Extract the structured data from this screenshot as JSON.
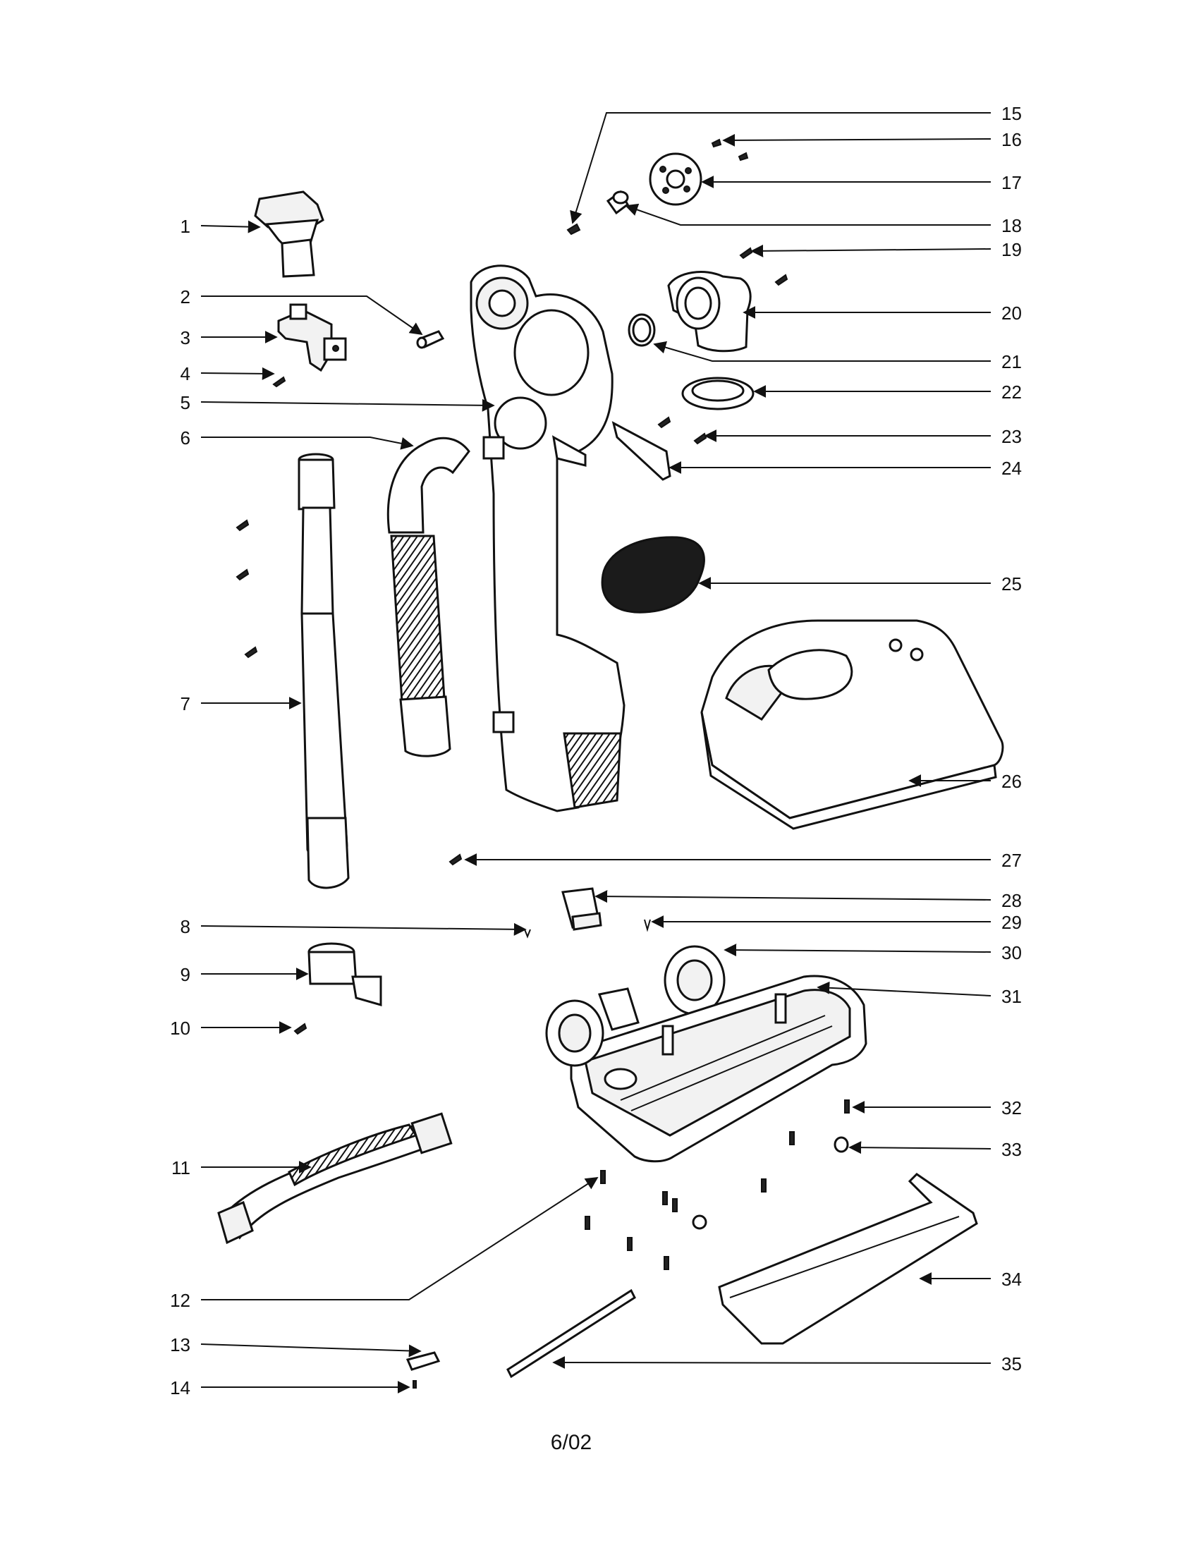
{
  "diagram": {
    "callouts": [
      "1",
      "2",
      "3",
      "4",
      "5",
      "6",
      "7",
      "8",
      "9",
      "10",
      "11",
      "12",
      "13",
      "14",
      "15",
      "16",
      "17",
      "18",
      "19",
      "20",
      "21",
      "22",
      "23",
      "24",
      "25",
      "26",
      "27",
      "28",
      "29",
      "30",
      "31",
      "32",
      "33",
      "34",
      "35"
    ],
    "footer": "6/02"
  },
  "icons": {
    "arrowhead": "arrow-icon",
    "screw": "screw-icon"
  }
}
